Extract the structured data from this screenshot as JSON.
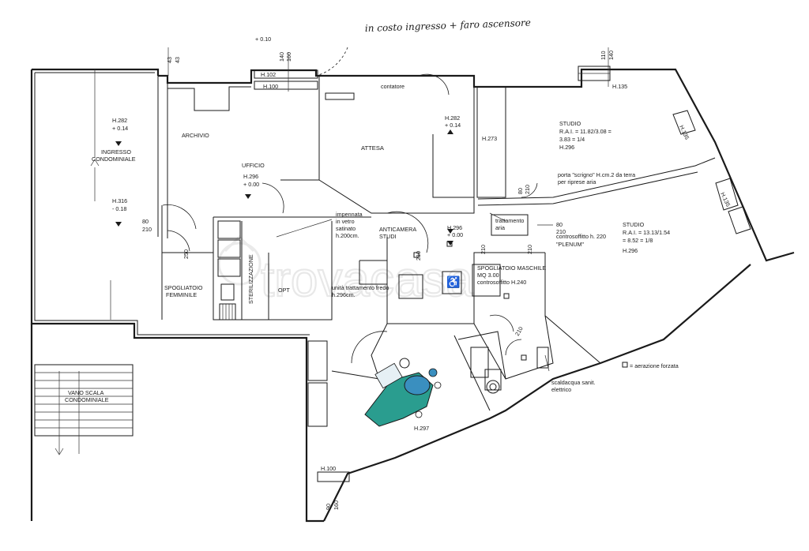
{
  "handwritten_note": "in costo ingresso + faro ascensore",
  "rooms": {
    "ingresso": {
      "name": "INGRESSO\nCONDOMINIALE",
      "height": "H.282",
      "level": "+ 0.14"
    },
    "ingresso_lower": {
      "height": "H.316",
      "level": "- 0.18"
    },
    "archivio": {
      "name": "ARCHIVIO"
    },
    "ufficio": {
      "name": "UFFICIO",
      "height": "H.296",
      "level": "+ 0.00"
    },
    "attesa": {
      "name": "ATTESA",
      "height": "H.282",
      "level": "+ 0.14"
    },
    "studio1": {
      "name": "STUDIO",
      "rai": "R.A.I. = 11.82/3.08 =",
      "ratio": "3.83 = 1/4",
      "height": "H.296"
    },
    "studio2": {
      "name": "STUDIO",
      "rai": "R.A.I. = 13.13/1.54",
      "ratio": "= 8.52 = 1/8",
      "height": "H.296"
    },
    "anticamera": {
      "name": "ANTICAMERA\nSTUDI",
      "height": "H.296",
      "level": "+ 0.00"
    },
    "spogliatoio_f": {
      "name": "SPOGLIATOIO\nFEMMINILE"
    },
    "spogliatoio_m": {
      "name": "SPOGLIATOIO MASCHILE",
      "mq": "MQ 3.00",
      "controsoffitto": "controsoffitto H.240"
    },
    "sterilizzazione": {
      "name": "STERILIZZAZIONE"
    },
    "opt": {
      "name": "OPT"
    },
    "vano_scala": {
      "name": "VANO SCALA\nCONDOMINIALE"
    },
    "studio_chair": {
      "height": "H.297"
    }
  },
  "notes": {
    "impennata": "impennata\nin vetro\nsatinato\nh.200cm.",
    "unita": "unità trattamento fredo\nh.296cm.",
    "porta_scrigno": "porta \"scrigno\" H.cm.2 da terra\nper riprese aria",
    "trattamento": "trattamento\naria",
    "controsoffitto_plenum": "controsoffitto h. 220\n\"PLENUM\"",
    "contatore": "contatore",
    "scaldacqua": "scaldacqua sanit.\nelettrico",
    "legend_aerazione": "= aerazione forzata",
    "h273": "H.273",
    "watermark": "trovacasa"
  },
  "window_heights": {
    "top_left": "H.102",
    "top_left2": "H.100",
    "top_right": "H.135",
    "right_diag": "H.135",
    "right_diag2": "H.135",
    "bottom": "H.100"
  },
  "dimensions": {
    "top_level": "+ 0.10",
    "w140": "140",
    "w160": "160",
    "w43a": "43",
    "w43b": "43",
    "w110": "110",
    "w140b": "140",
    "d80_210_left": "80\n210",
    "d80_210_mid": "80\n210",
    "d80_210_right": "80\n210",
    "d210": "210",
    "d250": "250",
    "d90": "90",
    "d160b": "160"
  }
}
